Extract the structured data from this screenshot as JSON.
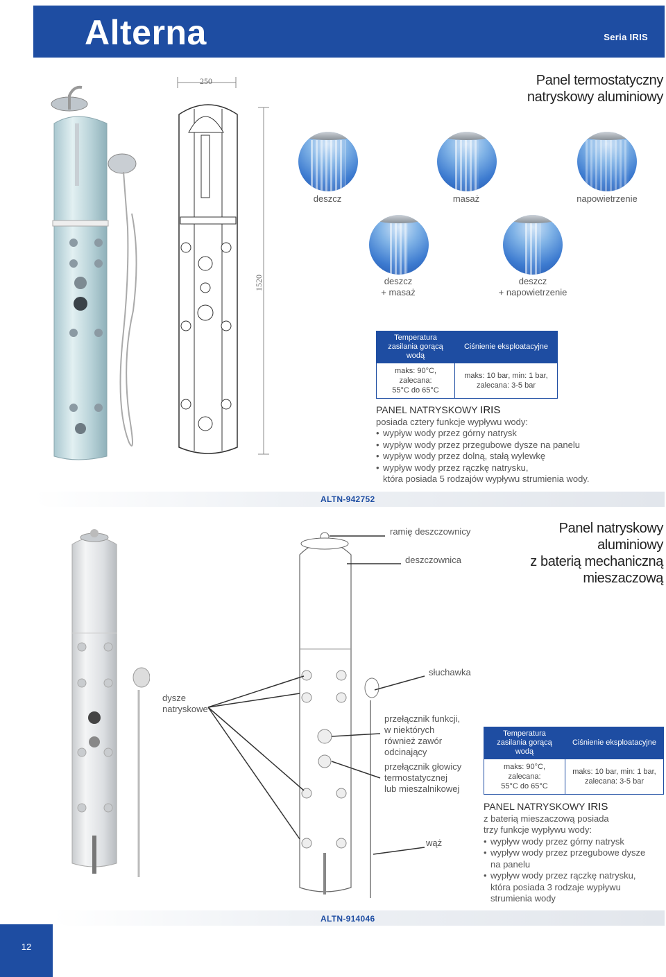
{
  "header": {
    "brand": "Alterna",
    "series": "Seria IRIS"
  },
  "section1": {
    "title": [
      "Panel termostatyczny",
      "natryskowy aluminiowy"
    ],
    "dimensions": {
      "width": "250",
      "height": "1520"
    },
    "spray_modes": [
      {
        "label": "deszcz"
      },
      {
        "label": "masaż"
      },
      {
        "label": "napowietrzenie"
      },
      {
        "label_1": "deszcz",
        "label_2": "+ masaż"
      },
      {
        "label_1": "deszcz",
        "label_2": "+ napowietrzenie"
      }
    ],
    "spec": {
      "col1_header": "Temperatura zasilania gorącą wodą",
      "col2_header": "Ciśnienie eksploatacyjne",
      "col1_line1": "maks: 90°C,",
      "col1_line2": "zalecana:",
      "col1_line3": "55°C do 65°C",
      "col2_line1": "maks: 10 bar, min: 1 bar,",
      "col2_line2": "zalecana: 3-5 bar"
    },
    "desc": {
      "heading": "PANEL NATRYSKOWY",
      "heading_bold": "IRIS",
      "intro": "posiada cztery funkcje wypływu wody:",
      "items": [
        "wypływ wody przez górny natrysk",
        "wypływ wody przez przegubowe dysze na panelu",
        "wypływ wody przez dolną, stałą wylewkę",
        "wypływ wody przez rączkę natrysku,"
      ],
      "tail": "która posiada 5 rodzajów wypływu strumienia wody."
    },
    "code": "ALTN-942752"
  },
  "section2": {
    "title": [
      "Panel natryskowy",
      "aluminiowy",
      "z baterią mechaniczną",
      "mieszaczową"
    ],
    "callouts": {
      "arm": "ramię deszczownicy",
      "rainhead": "deszczownica",
      "handshower": "słuchawka",
      "jets_1": "dysze",
      "jets_2": "natryskowe",
      "switch_1": "przełącznik funkcji,",
      "switch_2": "w niektórych",
      "switch_3": "również zawór",
      "switch_4": "odcinający",
      "thermo_1": "przełącznik głowicy",
      "thermo_2": "termostatycznej",
      "thermo_3": "lub mieszalnikowej",
      "hose": "wąż"
    },
    "spec": {
      "col1_header": "Temperatura zasilania gorącą wodą",
      "col2_header": "Ciśnienie eksploatacyjne",
      "col1_line1": "maks: 90°C,",
      "col1_line2": "zalecana:",
      "col1_line3": "55°C do 65°C",
      "col2_line1": "maks: 10 bar, min: 1 bar,",
      "col2_line2": "zalecana: 3-5 bar"
    },
    "desc": {
      "heading": "PANEL NATRYSKOWY",
      "heading_bold": "IRIS",
      "intro": "z baterią mieszaczową posiada",
      "intro2": "trzy funkcje wypływu wody:",
      "items": [
        "wypływ wody przez górny natrysk",
        "wypływ wody przez przegubowe dysze",
        "wypływ wody przez rączkę natrysku,"
      ],
      "item2_cont": "na panelu",
      "tail_1": "która posiada 3 rodzaje wypływu",
      "tail_2": "strumienia wody"
    },
    "code": "ALTN-914046"
  },
  "page_number": "12",
  "colors": {
    "brand_blue": "#1e4da2"
  }
}
